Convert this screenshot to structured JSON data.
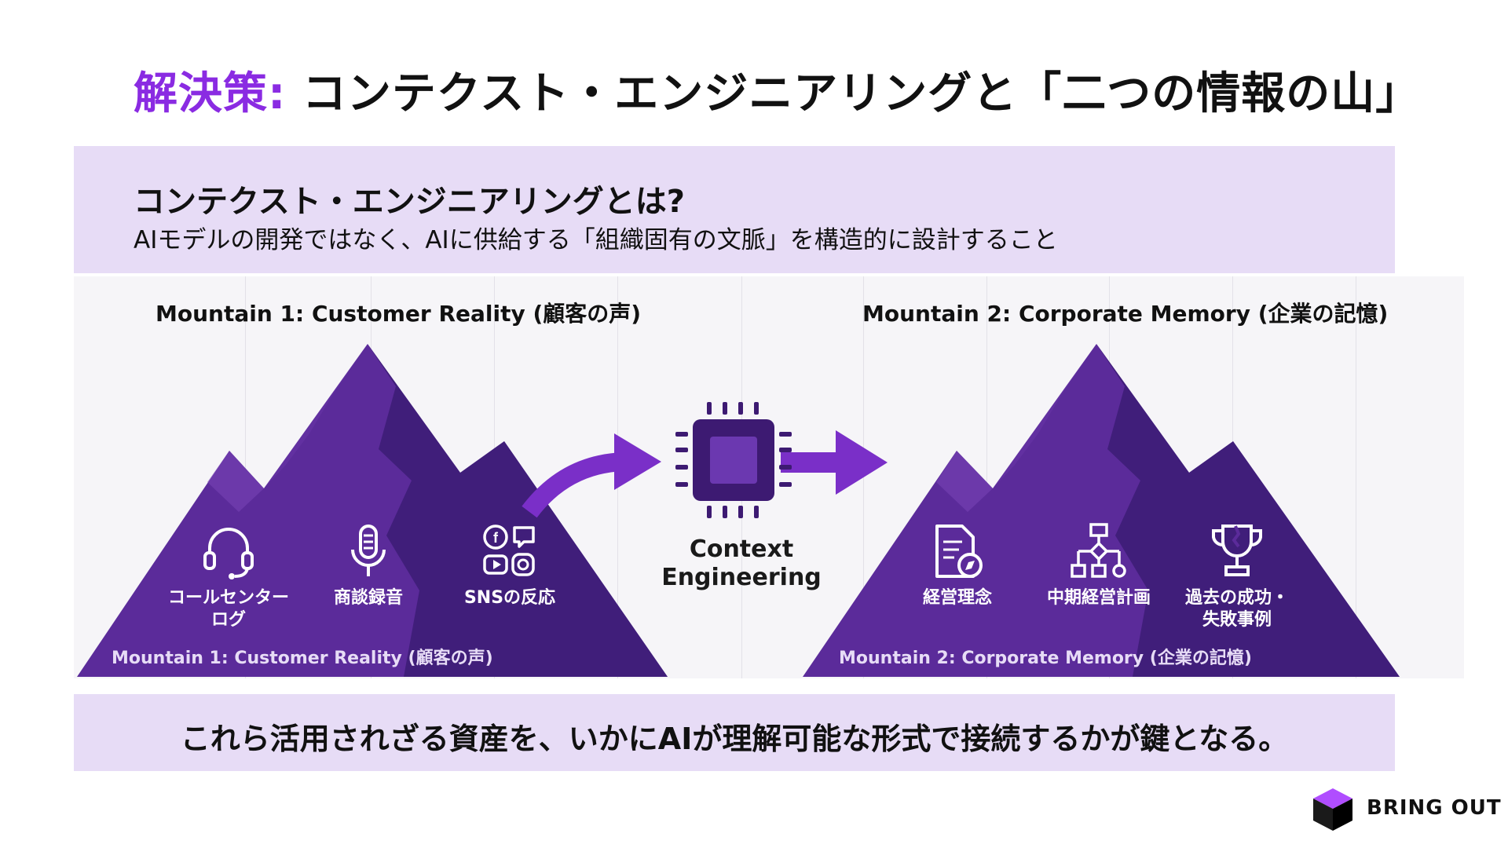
{
  "title": {
    "accent": "解決策:",
    "rest": " コンテクスト・エンジニアリングと「二つの情報の山」"
  },
  "definition": {
    "heading": "コンテクスト・エンジニアリングとは?",
    "body": "AIモデルの開発ではなく、AIに供給する「組織固有の文脈」を構造的に設計すること"
  },
  "mountain1": {
    "title": "Mountain 1: Customer Reality (顧客の声)",
    "base_label": "Mountain 1: Customer Reality (顧客の声)",
    "items": [
      {
        "icon": "headset-icon",
        "label_line1": "コールセンター",
        "label_line2": "ログ"
      },
      {
        "icon": "microphone-icon",
        "label_line1": "商談録音",
        "label_line2": ""
      },
      {
        "icon": "social-media-icon",
        "label_line1": "SNSの反応",
        "label_line2": ""
      }
    ]
  },
  "center": {
    "icon": "cpu-chip-icon",
    "label_line1": "Context",
    "label_line2": "Engineering"
  },
  "mountain2": {
    "title": "Mountain 2: Corporate Memory (企業の記憶)",
    "base_label": "Mountain 2: Corporate Memory (企業の記憶)",
    "items": [
      {
        "icon": "document-compass-icon",
        "label_line1": "経営理念",
        "label_line2": ""
      },
      {
        "icon": "flowchart-icon",
        "label_line1": "中期経営計画",
        "label_line2": ""
      },
      {
        "icon": "broken-trophy-icon",
        "label_line1": "過去の成功・",
        "label_line2": "失敗事例"
      }
    ]
  },
  "conclusion": "これら活用されざる資産を、いかにAIが理解可能な形式で接続するかが鍵となる。",
  "logo": {
    "text": "BRING OUT",
    "icon": "cube-icon"
  },
  "colors": {
    "accent": "#8a2be2",
    "panel": "#e7dcf6",
    "mountain_dark": "#3a1b73",
    "mountain_main": "#5a2a98",
    "chip": "#3d1a72",
    "arrow": "#7a2fc8"
  }
}
